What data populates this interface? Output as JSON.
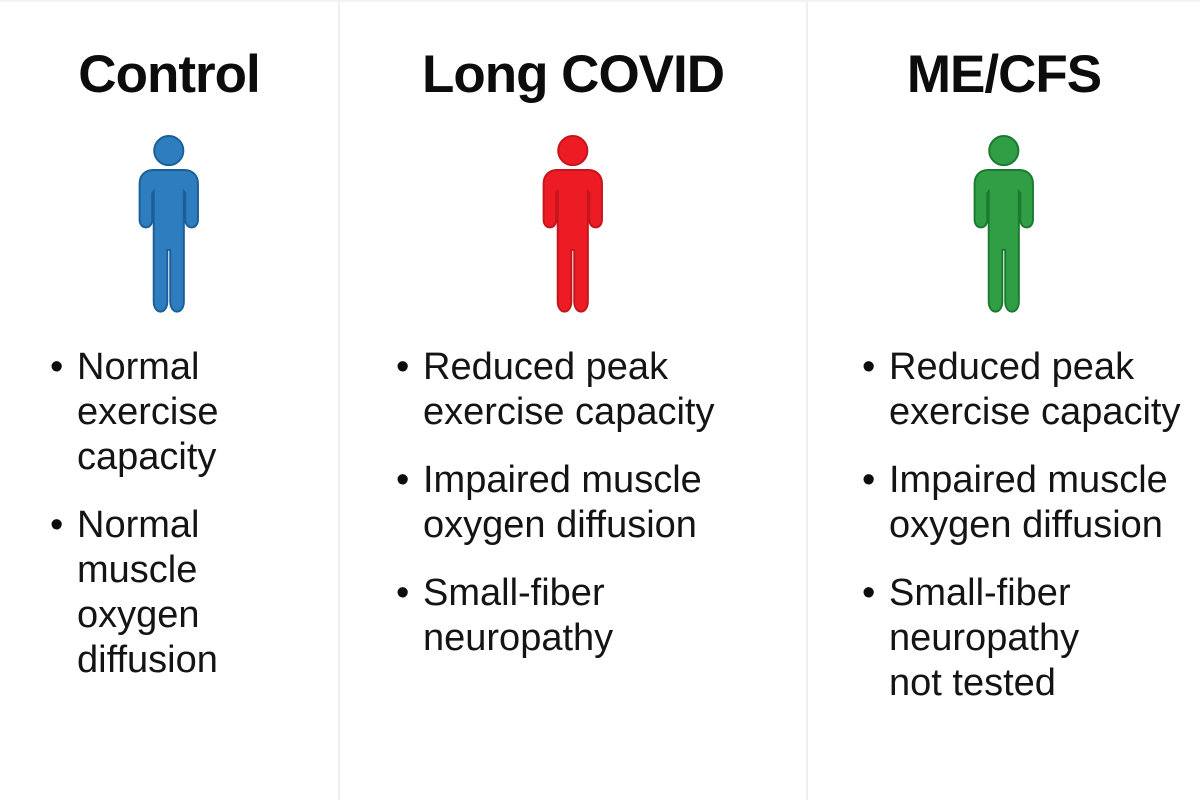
{
  "page": {
    "background": "#ffffff",
    "divider_color": "#efefef"
  },
  "columns": [
    {
      "title": "Control",
      "icon": {
        "name": "person-icon",
        "fill": "#2e7dbf",
        "stroke": "#1a5f98"
      },
      "bullet_char": "•",
      "bullets": [
        "Normal\nexercise\ncapacity",
        "Normal\nmuscle\noxygen\ndiffusion"
      ]
    },
    {
      "title": "Long COVID",
      "icon": {
        "name": "person-icon",
        "fill": "#ed1c24",
        "stroke": "#c4151c"
      },
      "bullet_char": "•",
      "bullets": [
        "Reduced peak\nexercise capacity",
        "Impaired muscle\noxygen diffusion",
        "Small-fiber\nneuropathy"
      ]
    },
    {
      "title": "ME/CFS",
      "icon": {
        "name": "person-icon",
        "fill": "#2f9e44",
        "stroke": "#1c7a30"
      },
      "bullet_char": "•",
      "bullets": [
        "Reduced peak\nexercise capacity",
        "Impaired muscle\noxygen diffusion",
        "Small-fiber\nneuropathy\nnot tested"
      ]
    }
  ]
}
